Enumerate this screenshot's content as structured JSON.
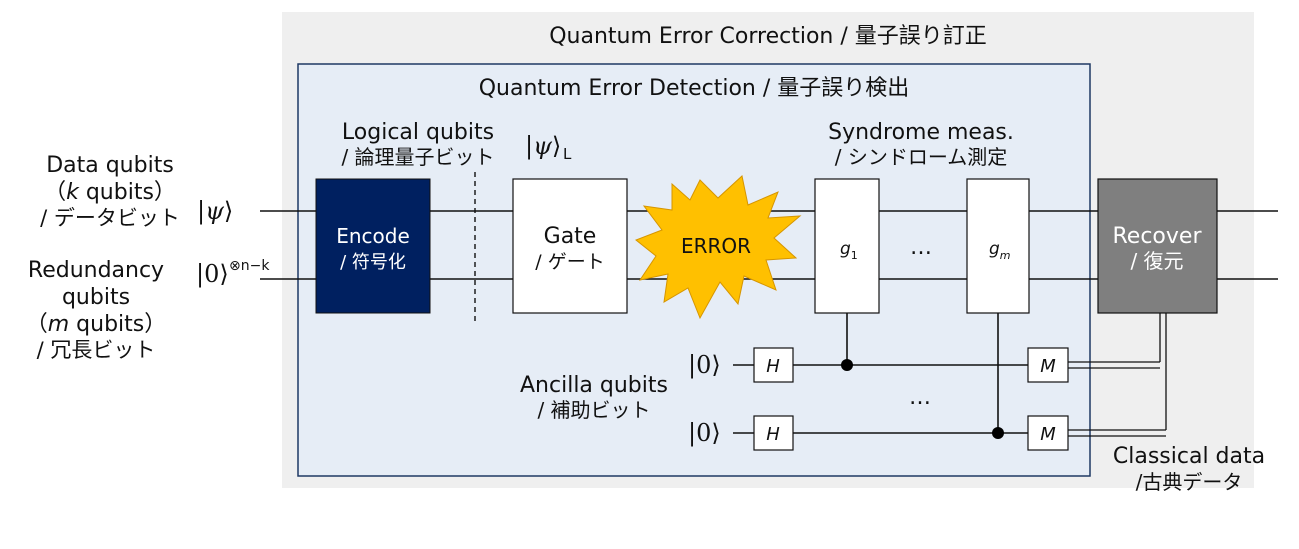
{
  "outer_box": {
    "label": "Quantum Error Correction / 量子誤り訂正"
  },
  "inner_box": {
    "label": "Quantum Error Detection / 量子誤り検出"
  },
  "inputs": {
    "data": {
      "line1": "Data qubits",
      "line2_open": "（",
      "line2_var": "k",
      "line2_rest": " qubits）",
      "line3": "/ データビット",
      "state_open": "|",
      "state_psi": "ψ",
      "state_close": "⟩"
    },
    "redundancy": {
      "line1": "Redundancy",
      "line2": "qubits",
      "line3_open": "（",
      "line3_var": "m",
      "line3_rest": " qubits）",
      "line4": "/ 冗長ビット",
      "state": "|0⟩",
      "state_sup": "⊗n−k"
    }
  },
  "logical": {
    "line1": "Logical qubits",
    "line2": "/ 論理量子ビット",
    "state_open": "|",
    "state_psi": "ψ",
    "state_close": "⟩",
    "state_sub": "L"
  },
  "encode": {
    "line1": "Encode",
    "line2": "/ 符号化"
  },
  "gate": {
    "line1": "Gate",
    "line2": "/ ゲート"
  },
  "error": {
    "label": "ERROR"
  },
  "syndrome": {
    "line1": "Syndrome meas.",
    "line2": "/ シンドローム測定",
    "g1_base": "g",
    "g1_sub": "1",
    "gm_base": "g",
    "gm_sub": "m",
    "dots": "…"
  },
  "ancilla": {
    "line1": "Ancilla qubits",
    "line2": "/ 補助ビット",
    "state1": "|0⟩",
    "state2": "|0⟩",
    "h1": "H",
    "h2": "H",
    "m1": "M",
    "m2": "M",
    "dots": "…"
  },
  "recover": {
    "line1": "Recover",
    "line2": "/ 復元"
  },
  "classical": {
    "line1": "Classical data",
    "line2": "/古典データ"
  },
  "colors": {
    "outer_bg": "#efefef",
    "inner_bg": "#e6edf6",
    "inner_border": "#1f3864",
    "encode_fill": "#002060",
    "recover_fill": "#7f7f7f",
    "error_fill": "#ffc000"
  }
}
